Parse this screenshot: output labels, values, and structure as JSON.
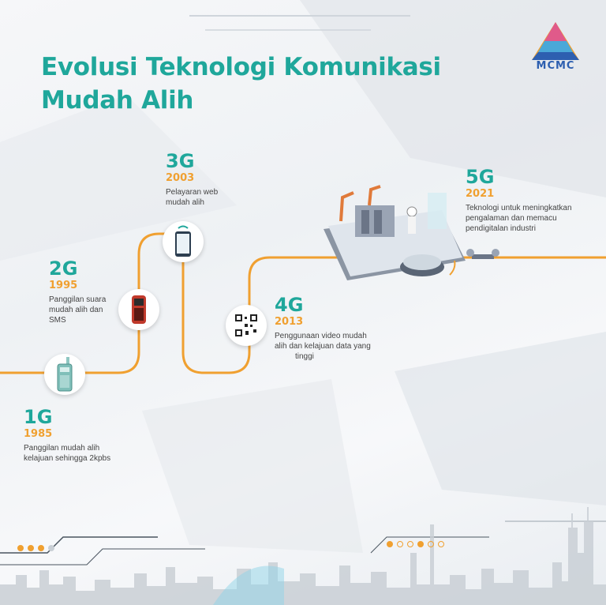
{
  "title": {
    "line1": "Evolusi Teknologi Komunikasi",
    "line2": "Mudah Alih"
  },
  "logo": {
    "text": "MCMC"
  },
  "colors": {
    "teal": "#1fa79b",
    "orange": "#f0a030",
    "path": "#f0a030",
    "logo_blue": "#2d5fb0"
  },
  "generations": [
    {
      "gen": "1G",
      "year": "1985",
      "line1": "Panggilan mudah alih",
      "line2": "kelajuan sehingga 2kpbs",
      "line3": "",
      "icon": "brick-phone-icon"
    },
    {
      "gen": "2G",
      "year": "1995",
      "line1": "Panggilan suara",
      "line2": "mudah alih dan",
      "line3": "SMS",
      "icon": "feature-phone-icon"
    },
    {
      "gen": "3G",
      "year": "2003",
      "line1": "Pelayaran web",
      "line2": "mudah alih",
      "line3": "",
      "icon": "smartphone-wifi-icon"
    },
    {
      "gen": "4G",
      "year": "2013",
      "line1": "Penggunaan video mudah",
      "line2": "alih dan kelajuan data yang",
      "line3": "tinggi",
      "icon": "qr-code-icon"
    },
    {
      "gen": "5G",
      "year": "2021",
      "line1": "Teknologi untuk meningkatkan",
      "line2": "pengalaman dan memacu",
      "line3": "pendigitalan industri",
      "icon": "smart-industry-phone-icon"
    }
  ]
}
